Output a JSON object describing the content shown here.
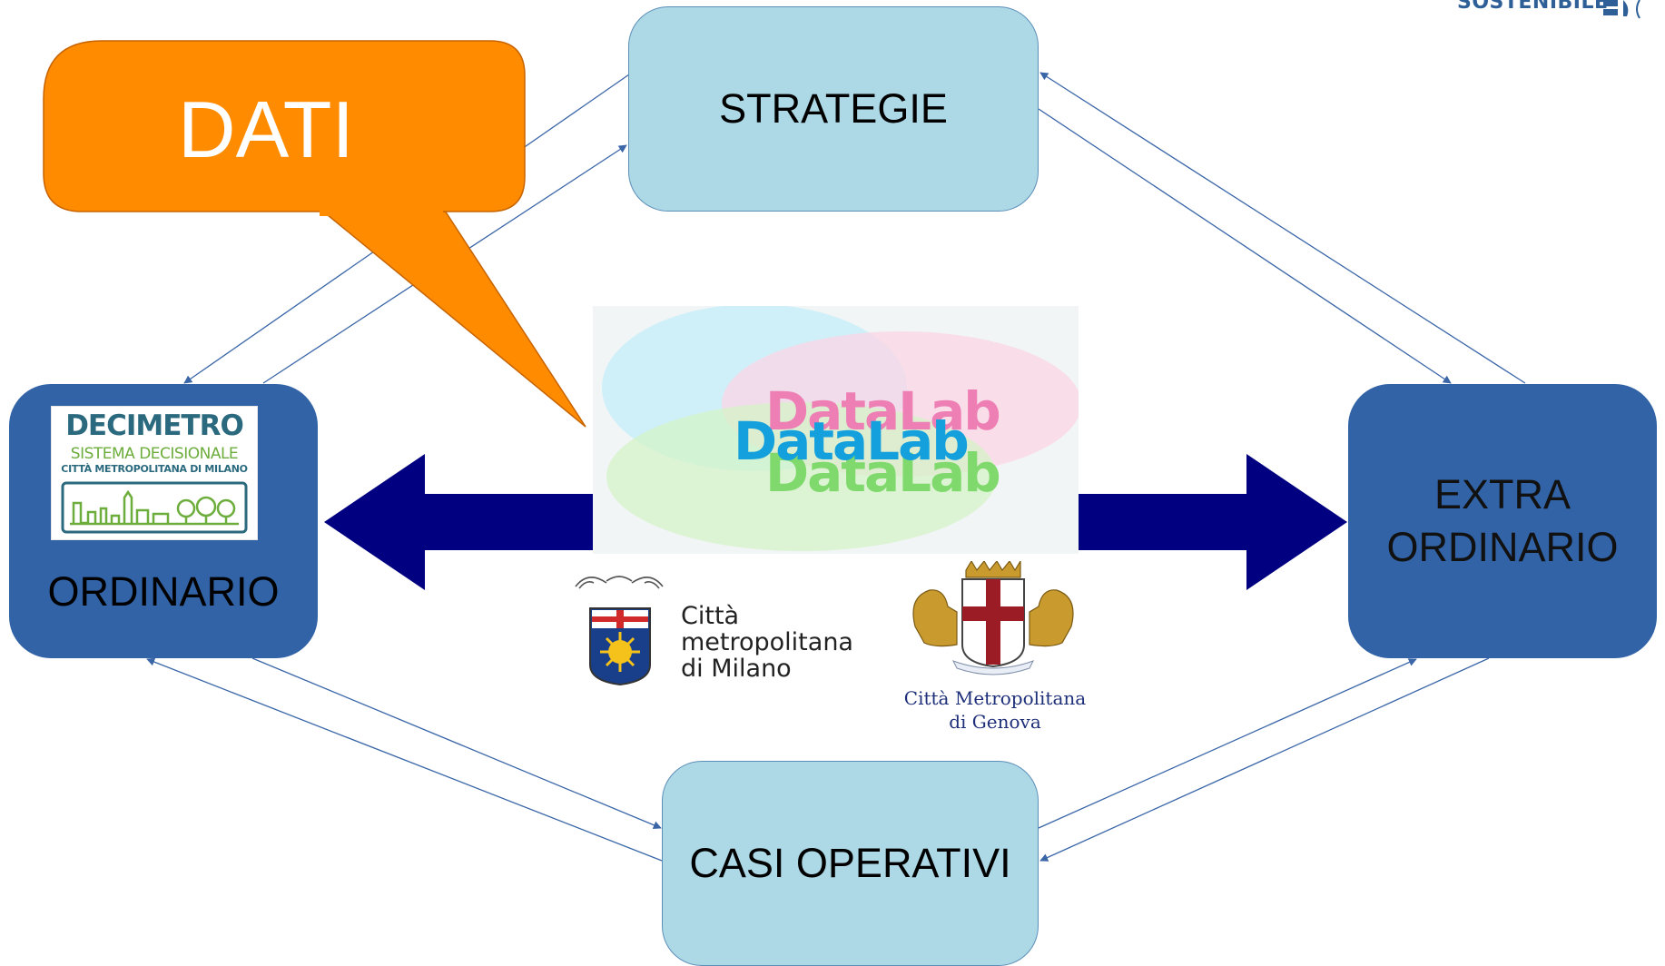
{
  "diagram": {
    "nodes": {
      "strategie": "STRATEGIE",
      "ordinario": "ORDINARIO",
      "extra_line1": "EXTRA",
      "extra_line2": "ORDINARIO",
      "casi": "CASI OPERATIVI"
    },
    "callout": "DATI"
  },
  "logos": {
    "decimetro": {
      "title": "DECIMETRO",
      "subtitle": "SISTEMA DECISIONALE",
      "city": "CITTÀ METROPOLITANA DI MILANO"
    },
    "datalab": "DataLab",
    "milano": [
      "Città",
      "metropolitana",
      "di Milano"
    ],
    "genova": [
      "Città Metropolitana",
      "di Genova"
    ],
    "corner": "SOSTENIBILE"
  },
  "colors": {
    "light_box": "#add8e6",
    "dark_box": "#3163a6",
    "callout": "#ff8c00",
    "arrow": "#000080",
    "connector": "#3a66a8"
  }
}
